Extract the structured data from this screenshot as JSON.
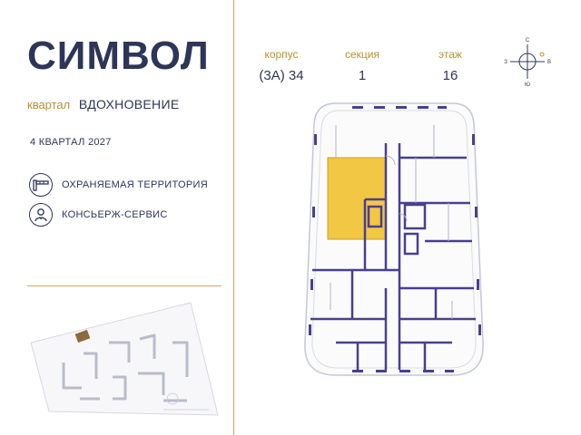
{
  "brand": {
    "logo": "СИМВОЛ"
  },
  "district": {
    "label": "квартал",
    "name": "ВДОХНОВЕНИЕ"
  },
  "completion": "4 КВАРТАЛ 2027",
  "features": [
    {
      "icon": "barrier-icon",
      "label": "ОХРАНЯЕМАЯ ТЕРРИТОРИЯ"
    },
    {
      "icon": "concierge-icon",
      "label": "КОНСЬЕРЖ-СЕРВИС"
    }
  ],
  "info": {
    "building": {
      "label": "корпус",
      "value": "(3А) 34"
    },
    "section": {
      "label": "секция",
      "value": "1"
    },
    "floor": {
      "label": "этаж",
      "value": "16"
    }
  },
  "compass": {
    "n": "С",
    "s": "Ю",
    "w": "З",
    "e": "В"
  },
  "colors": {
    "navy": "#2d3658",
    "gold": "#b8922e",
    "highlight": "#f2c744",
    "wall": "#4a3f8f"
  }
}
